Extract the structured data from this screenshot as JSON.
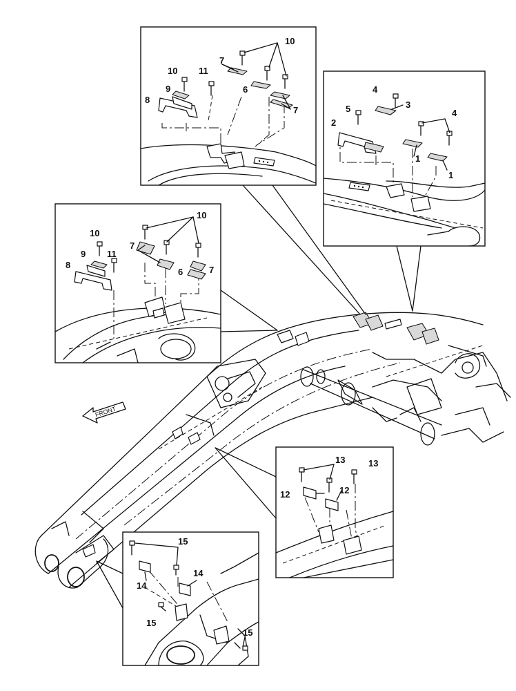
{
  "diagram": {
    "front_label": "FRONT",
    "callouts": {
      "p1": [
        "10",
        "11",
        "9",
        "8",
        "7",
        "6",
        "10",
        "7"
      ],
      "p2": [
        "4",
        "3",
        "5",
        "4",
        "2",
        "1",
        "1"
      ],
      "p3": [
        "10",
        "10",
        "9",
        "11",
        "8",
        "7",
        "6",
        "7"
      ],
      "p4": [
        "13",
        "13",
        "12",
        "12"
      ],
      "p5": [
        "15",
        "14",
        "14",
        "15",
        "15"
      ]
    }
  }
}
